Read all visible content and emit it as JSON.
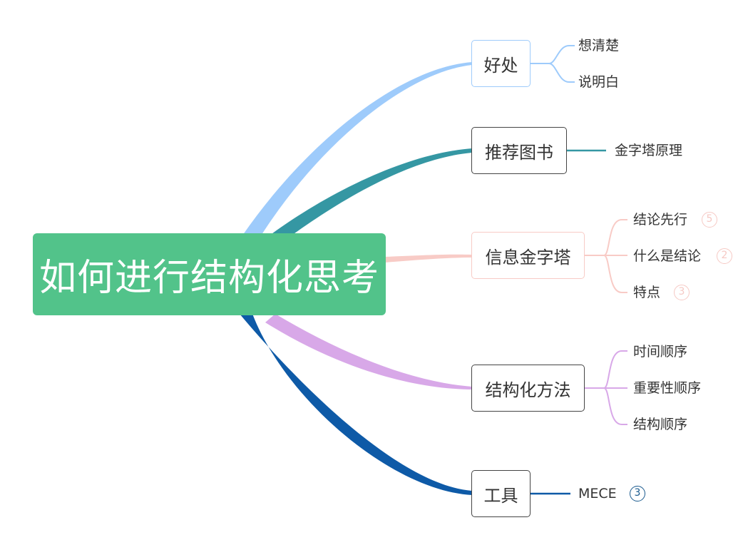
{
  "root": {
    "label": "如何进行结构化思考",
    "color": "#52c38a"
  },
  "branches": [
    {
      "label": "好处",
      "color": "#9ecbfb",
      "children": [
        {
          "label": "想清楚"
        },
        {
          "label": "说明白"
        }
      ]
    },
    {
      "label": "推荐图书",
      "color": "#3597a3",
      "children": [
        {
          "label": "金字塔原理"
        }
      ]
    },
    {
      "label": "信息金字塔",
      "color": "#f8cbc6",
      "children": [
        {
          "label": "结论先行",
          "count": "5"
        },
        {
          "label": "什么是结论",
          "count": "2"
        },
        {
          "label": "特点",
          "count": "3"
        }
      ]
    },
    {
      "label": "结构化方法",
      "color": "#d8a8e8",
      "children": [
        {
          "label": "时间顺序"
        },
        {
          "label": "重要性顺序"
        },
        {
          "label": "结构顺序"
        }
      ]
    },
    {
      "label": "工具",
      "color": "#0e5aa7",
      "children": [
        {
          "label": "MECE",
          "count": "3"
        }
      ]
    }
  ]
}
